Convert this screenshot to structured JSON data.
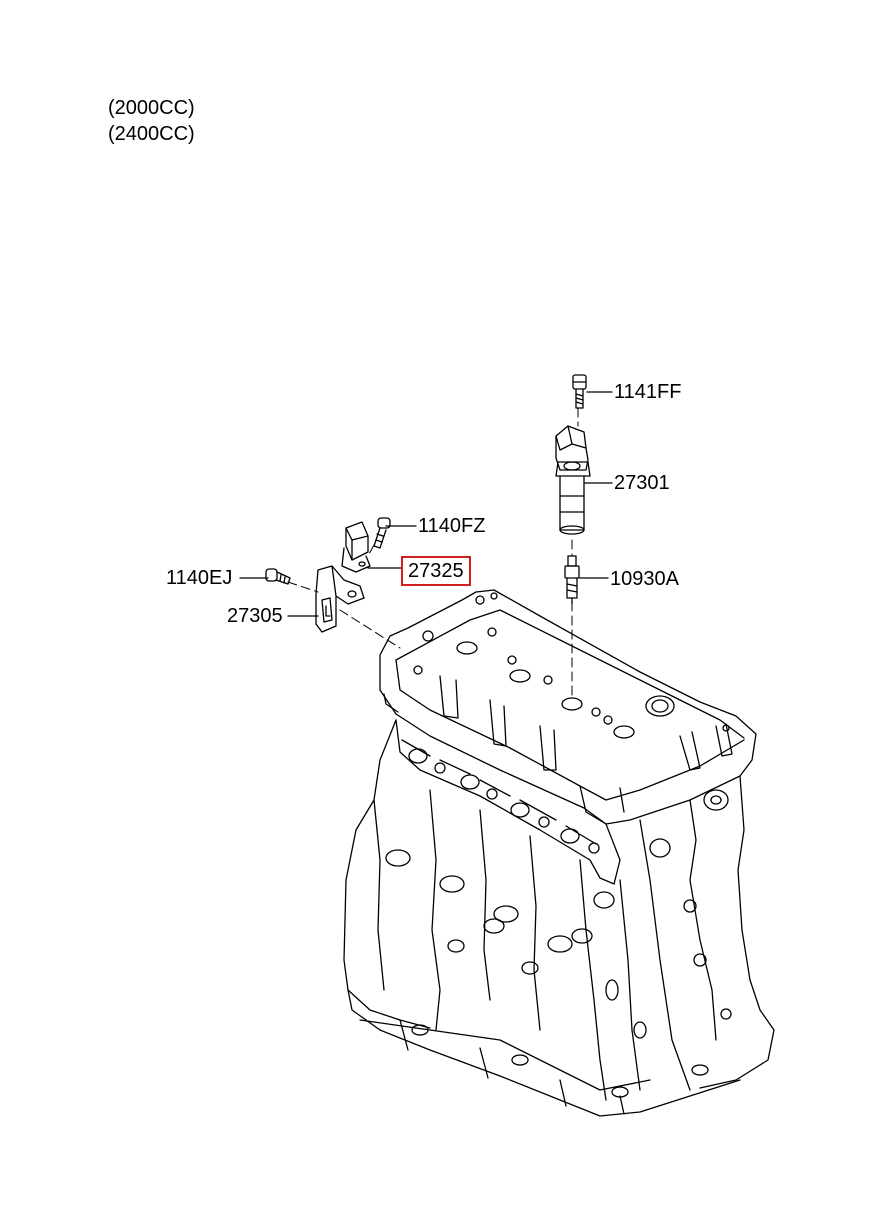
{
  "engine_notes": [
    "(2000CC)",
    "(2400CC)"
  ],
  "parts": [
    {
      "id": "1141FF",
      "label": "1141FF"
    },
    {
      "id": "27301",
      "label": "27301"
    },
    {
      "id": "1140FZ",
      "label": "1140FZ"
    },
    {
      "id": "27325",
      "label": "27325",
      "highlighted": true
    },
    {
      "id": "10930A",
      "label": "10930A"
    },
    {
      "id": "1140EJ",
      "label": "1140EJ"
    },
    {
      "id": "27305",
      "label": "27305"
    }
  ],
  "colors": {
    "line": "#000000",
    "highlight": "#d21f1f",
    "background": "#ffffff"
  }
}
